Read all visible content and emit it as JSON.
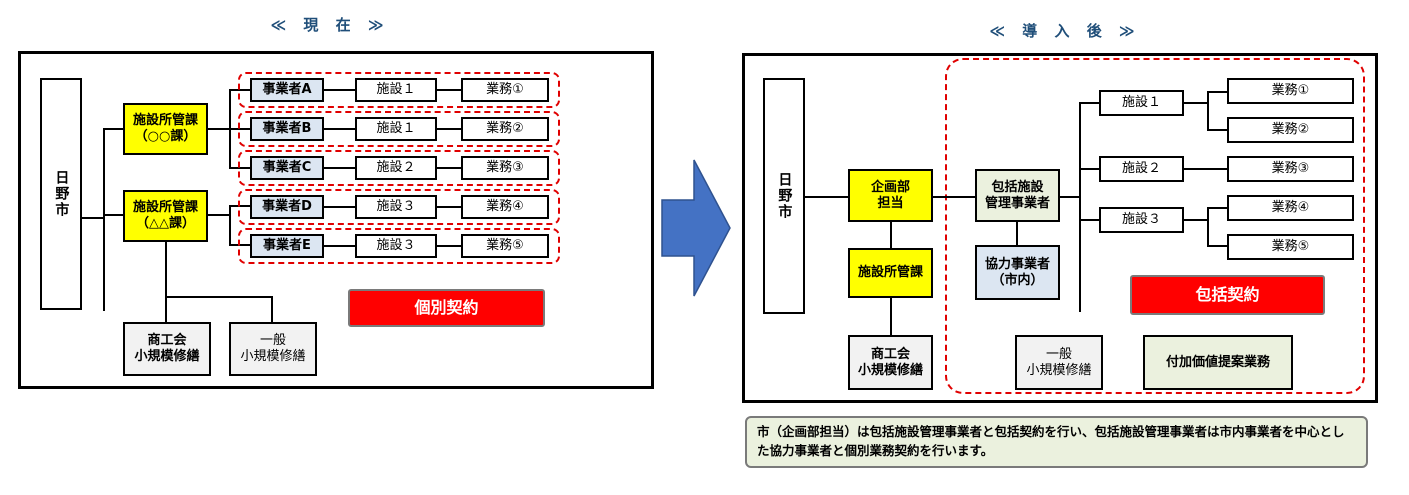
{
  "left": {
    "heading": "≪ 現 在 ≫",
    "city": "日野市",
    "dept_a": "施設所管課\n（○○課）",
    "dept_b": "施設所管課\n（△△課）",
    "rows": [
      {
        "contractor": "事業者A",
        "facility": "施設１",
        "task": "業務①"
      },
      {
        "contractor": "事業者B",
        "facility": "施設１",
        "task": "業務②"
      },
      {
        "contractor": "事業者C",
        "facility": "施設２",
        "task": "業務③"
      },
      {
        "contractor": "事業者D",
        "facility": "施設３",
        "task": "業務④"
      },
      {
        "contractor": "事業者E",
        "facility": "施設３",
        "task": "業務⑤"
      }
    ],
    "chamber": "商工会\n小規模修繕",
    "general": "一般\n小規模修繕",
    "contract_label": "個別契約"
  },
  "arrow_color": "#4472c4",
  "right": {
    "heading": "≪ 導 入 後 ≫",
    "city": "日野市",
    "planning": "企画部\n担当",
    "facility_dept": "施設所管課",
    "chamber": "商工会\n小規模修繕",
    "comprehensive": "包括施設\n管理事業者",
    "partner": "協力事業者\n（市内）",
    "facilities": [
      "施設１",
      "施設２",
      "施設３"
    ],
    "tasks": [
      "業務①",
      "業務②",
      "業務③",
      "業務④",
      "業務⑤"
    ],
    "contract_label": "包括契約",
    "general": "一般\n小規模修繕",
    "value_added": "付加価値提案業務"
  },
  "note": "市（企画部担当）は包括施設管理事業者と包括契約を行い、包括施設管理事業者は市内事業者を中心とした協力事業者と個別業務契約を行います。"
}
